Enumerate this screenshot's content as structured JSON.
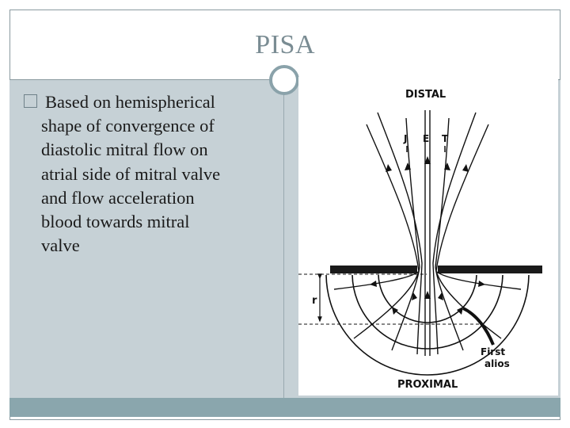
{
  "slide": {
    "title": "PISA",
    "bullet_lines": [
      "Based on hemispherical",
      "shape of convergence of",
      "diastolic mitral flow on",
      "atrial side of mitral valve",
      "and flow acceleration",
      "blood towards mitral",
      "valve"
    ]
  },
  "figure": {
    "distal_label": "DISTAL",
    "jet_labels": [
      "J",
      "E",
      "T"
    ],
    "radius_label": "r",
    "first_label": "First",
    "alios_label": "alios",
    "proximal_label": "PROXIMAL"
  },
  "colors": {
    "title": "#7a8c93",
    "panel": "#c6d1d6",
    "bottom_bar": "#8aa6ad",
    "ring": "#8aa2aa"
  },
  "icons": {
    "bullet": "square-bullet-icon",
    "ring": "ring-icon"
  }
}
